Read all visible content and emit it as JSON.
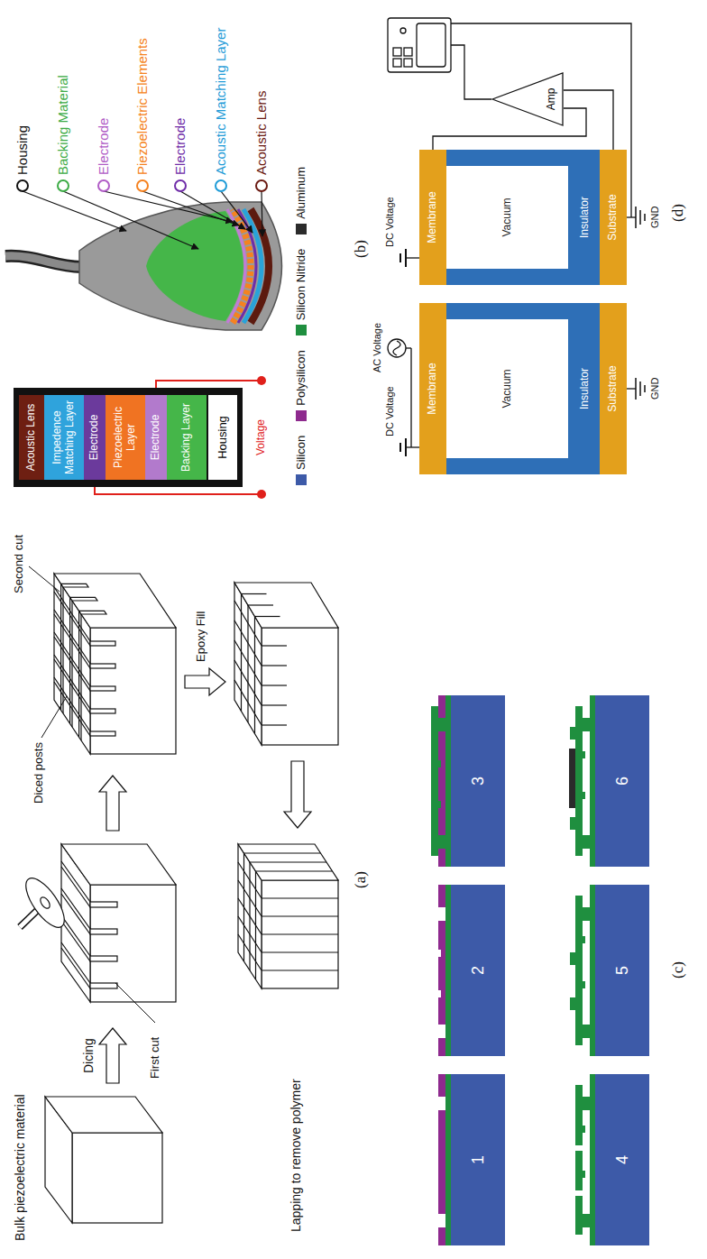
{
  "diagram": {
    "nodes": [
      {
        "text": [
          "Housing"
        ]
      },
      {
        "text": [
          "Acoustic Lens"
        ],
        "in": 0
      },
      {
        "text": [
          "Impedence Matching Layer"
        ],
        "in": 0
      },
      {
        "text": [
          "Electrode"
        ],
        "in": 0
      },
      {
        "text": [
          "Piezoelectric Layer"
        ],
        "in": 0
      },
      {
        "text": [
          "Electrode"
        ],
        "in": 0
      },
      {
        "text": [
          "Backing Layer"
        ],
        "in": 0
      },
      {
        "text": [
          "1"
        ]
      },
      {
        "text": [
          "2"
        ]
      },
      {
        "text": [
          "3"
        ]
      },
      {
        "text": [
          "4"
        ]
      },
      {
        "text": [
          "5"
        ]
      },
      {
        "text": [
          "6"
        ]
      },
      {
        "text": [
          "Membrane"
        ]
      },
      {
        "text": [
          "Insulator"
        ]
      },
      {
        "text": [
          "Vacuum"
        ],
        "in": 14
      },
      {
        "text": [
          "Substrate"
        ]
      },
      {
        "text": [
          "Membrane"
        ]
      },
      {
        "text": [
          "Insulator"
        ]
      },
      {
        "text": [
          "Vacuum"
        ],
        "in": 18
      },
      {
        "text": [
          "Substrate"
        ]
      },
      {
        "text": [
          "Amp"
        ]
      }
    ],
    "edges": [
      {
        "from": 17,
        "to": 21,
        "arrow": "none"
      },
      {
        "from": 20,
        "to": 21,
        "arrow": "none"
      }
    ],
    "labels": [
      "Bulk piezoelectric material",
      "Dicing",
      "First cut",
      "Second cut",
      "Diced posts",
      "Epoxy Fill",
      "Lapping to remove polymer",
      "(a)",
      "Voltage",
      "Housing",
      "Backing Material",
      "Electrode",
      "Piezoelectric Elements",
      "Electrode",
      "Acoustic Matching Layer",
      "Acoustic Lens",
      "(b)",
      "(c)",
      "DC Voltage",
      "AC Voltage",
      "GND",
      "DC Voltage",
      "GND",
      "(d)"
    ],
    "legend": [
      {
        "text": "Silicon",
        "color": "#3d5aa8"
      },
      {
        "text": "Polysilicon",
        "color": "#8e2a8e"
      },
      {
        "text": "Silicon Nitride",
        "color": "#1f8f3f"
      },
      {
        "text": "Aluminum",
        "color": "#2b2b2b"
      }
    ]
  }
}
